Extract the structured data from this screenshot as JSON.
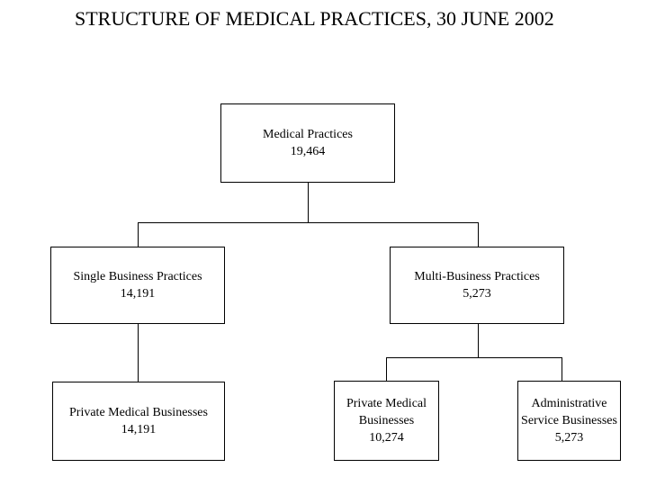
{
  "title": "STRUCTURE OF MEDICAL PRACTICES, 30 JUNE 2002",
  "colors": {
    "background": "#ffffff",
    "line": "#000000",
    "text": "#000000"
  },
  "nodes": {
    "medical_practices": {
      "label": "Medical Practices",
      "value": "19,464"
    },
    "single_business_practices": {
      "label": "Single Business Practices",
      "value": "14,191"
    },
    "multi_business_practices": {
      "label": "Multi-Business Practices",
      "value": "5,273"
    },
    "private_medical_businesses_single": {
      "label": "Private Medical Businesses",
      "value": "14,191"
    },
    "private_medical_businesses_multi": {
      "label": "Private Medical Businesses",
      "value": "10,274"
    },
    "administrative_service_businesses": {
      "label": "Administrative Service Businesses",
      "value": "5,273"
    }
  },
  "edges": [
    {
      "from": "medical_practices",
      "to": "single_business_practices"
    },
    {
      "from": "medical_practices",
      "to": "multi_business_practices"
    },
    {
      "from": "single_business_practices",
      "to": "private_medical_businesses_single"
    },
    {
      "from": "multi_business_practices",
      "to": "private_medical_businesses_multi"
    },
    {
      "from": "multi_business_practices",
      "to": "administrative_service_businesses"
    }
  ]
}
